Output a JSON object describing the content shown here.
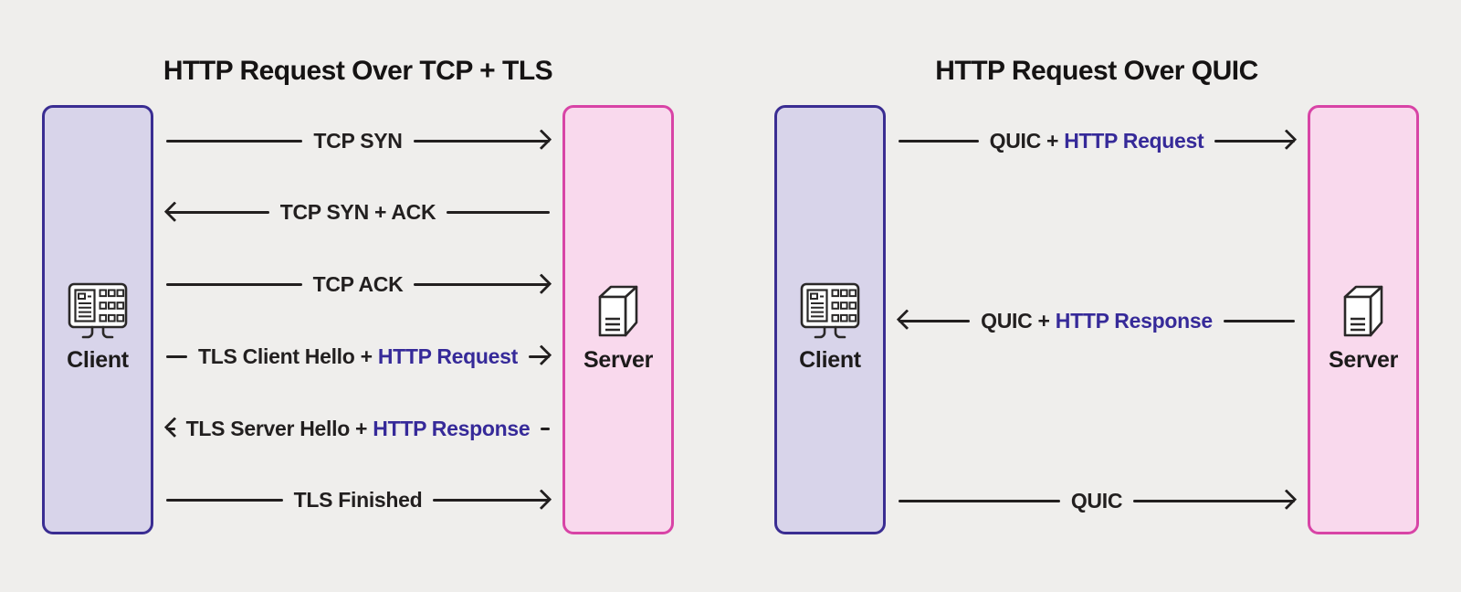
{
  "colors": {
    "background": "#efeeec",
    "ink": "#221f1f",
    "accent": "#362a99",
    "client_fill": "#d8d4ea",
    "client_border": "#3a2d92",
    "server_fill": "#f9d9ed",
    "server_border": "#d844a6"
  },
  "panels": [
    {
      "title": "HTTP Request Over TCP + TLS",
      "client_label": "Client",
      "server_label": "Server",
      "messages": [
        {
          "direction": "to-server",
          "parts": [
            {
              "text": "TCP SYN",
              "accent": false
            }
          ]
        },
        {
          "direction": "to-client",
          "parts": [
            {
              "text": "TCP SYN + ACK",
              "accent": false
            }
          ]
        },
        {
          "direction": "to-server",
          "parts": [
            {
              "text": "TCP ACK",
              "accent": false
            }
          ]
        },
        {
          "direction": "to-server",
          "parts": [
            {
              "text": "TLS Client Hello + ",
              "accent": false
            },
            {
              "text": "HTTP Request",
              "accent": true
            }
          ]
        },
        {
          "direction": "to-client",
          "parts": [
            {
              "text": "TLS Server Hello + ",
              "accent": false
            },
            {
              "text": "HTTP Response",
              "accent": true
            }
          ]
        },
        {
          "direction": "to-server",
          "parts": [
            {
              "text": "TLS Finished",
              "accent": false
            }
          ]
        }
      ]
    },
    {
      "title": "HTTP Request Over QUIC",
      "client_label": "Client",
      "server_label": "Server",
      "messages": [
        {
          "direction": "to-server",
          "parts": [
            {
              "text": "QUIC + ",
              "accent": false
            },
            {
              "text": "HTTP Request",
              "accent": true
            }
          ]
        },
        {
          "direction": "to-client",
          "parts": [
            {
              "text": "QUIC + ",
              "accent": false
            },
            {
              "text": "HTTP Response",
              "accent": true
            }
          ]
        },
        {
          "direction": "to-server",
          "parts": [
            {
              "text": "QUIC",
              "accent": false
            }
          ]
        }
      ]
    }
  ]
}
